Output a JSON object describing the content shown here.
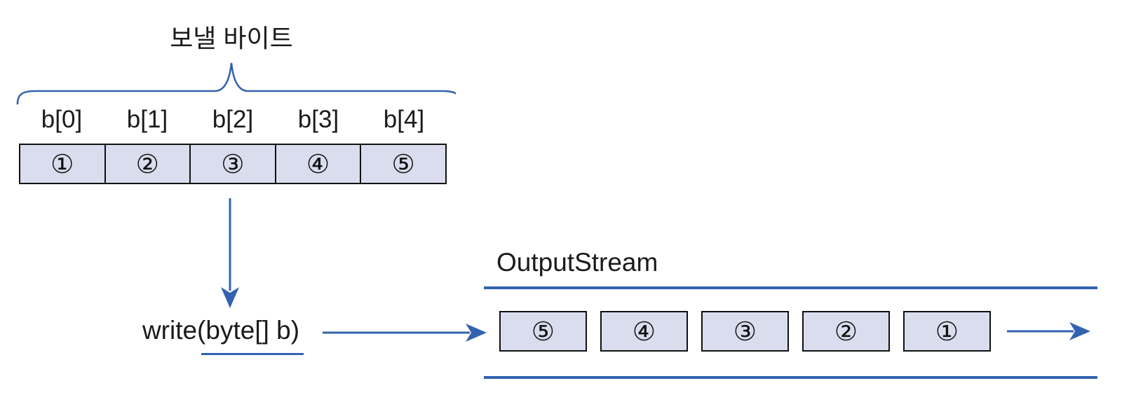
{
  "colors": {
    "accent_blue": "#3363b0",
    "cell_fill": "#d9ddee",
    "cell_border": "#111111",
    "text_color": "#1b1b1b"
  },
  "byte_source": {
    "brace_label": "보낼 바이트",
    "index_labels": [
      "b[0]",
      "b[1]",
      "b[2]",
      "b[3]",
      "b[4]"
    ],
    "cell_values": [
      "①",
      "②",
      "③",
      "④",
      "⑤"
    ]
  },
  "method": {
    "label": "write(byte[] b)"
  },
  "stream": {
    "title": "OutputStream",
    "box_values": [
      "⑤",
      "④",
      "③",
      "②",
      "①"
    ]
  }
}
